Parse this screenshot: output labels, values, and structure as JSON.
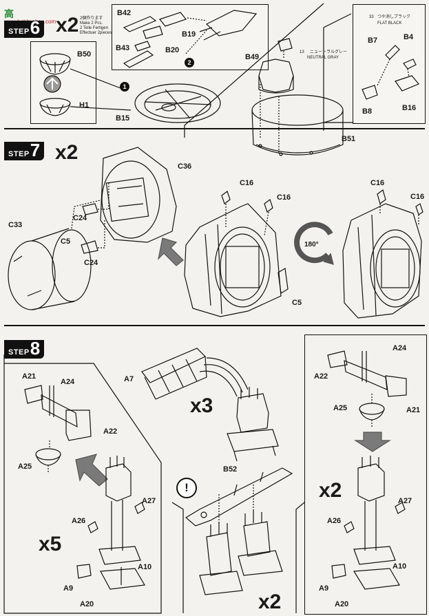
{
  "watermark": {
    "text": "高",
    "url": "www.hobbysbox.com"
  },
  "step6": {
    "tab_word": "STEP",
    "tab_num": "6",
    "multiplier": "x2",
    "note_jp": "2個作ります",
    "note_en1": "Make 2 Pcs.",
    "note_de": "2 Teile Fertigen",
    "note_fr": "Effectuer 2pieces",
    "labels": {
      "b42": "B42",
      "b19": "B19",
      "b43": "B43",
      "b20": "B20",
      "b50": "B50",
      "h1": "H1",
      "b15": "B15",
      "b49": "B49",
      "b51": "B51",
      "b7": "B7",
      "b4": "B4",
      "b8": "B8",
      "b16": "B16"
    },
    "callout1": "1",
    "callout2": "2",
    "paint_neutral_num": "13",
    "paint_neutral_jp": "ニュートラルグレー",
    "paint_neutral_en": "NEUTRAL GRAY",
    "paint_black_num": "33",
    "paint_black_jp": "つや消しブラック",
    "paint_black_en": "FLAT BLACK"
  },
  "step7": {
    "tab_word": "STEP",
    "tab_num": "7",
    "multiplier": "x2",
    "labels": {
      "c36": "C36",
      "c24a": "C24",
      "c5a": "C5",
      "c24b": "C24",
      "c33": "C33",
      "c16a": "C16",
      "c16b": "C16",
      "c5b": "C5",
      "c16c": "C16",
      "c16d": "C16"
    },
    "rotate": "180°"
  },
  "step8": {
    "tab_word": "STEP",
    "tab_num": "8",
    "left": {
      "multiplier": "x5",
      "labels": {
        "a21": "A21",
        "a24": "A24",
        "a22": "A22",
        "a25": "A25",
        "a27": "A27",
        "a26": "A26",
        "a10": "A10",
        "a9": "A9",
        "a20": "A20"
      }
    },
    "center": {
      "multiplier_top": "x3",
      "multiplier_bottom": "x2",
      "warning": "!",
      "labels": {
        "a7": "A7",
        "b52": "B52"
      }
    },
    "right": {
      "multiplier": "x2",
      "labels": {
        "a24": "A24",
        "a22": "A22",
        "a25": "A25",
        "a21": "A21",
        "a27": "A27",
        "a26": "A26",
        "a10": "A10",
        "a9": "A9",
        "a20": "A20"
      }
    }
  },
  "colors": {
    "ink": "#111111",
    "paper": "#f4f2ee",
    "arrow_gray": "#7a7a7a",
    "watermark_green": "#2d8a3a"
  }
}
